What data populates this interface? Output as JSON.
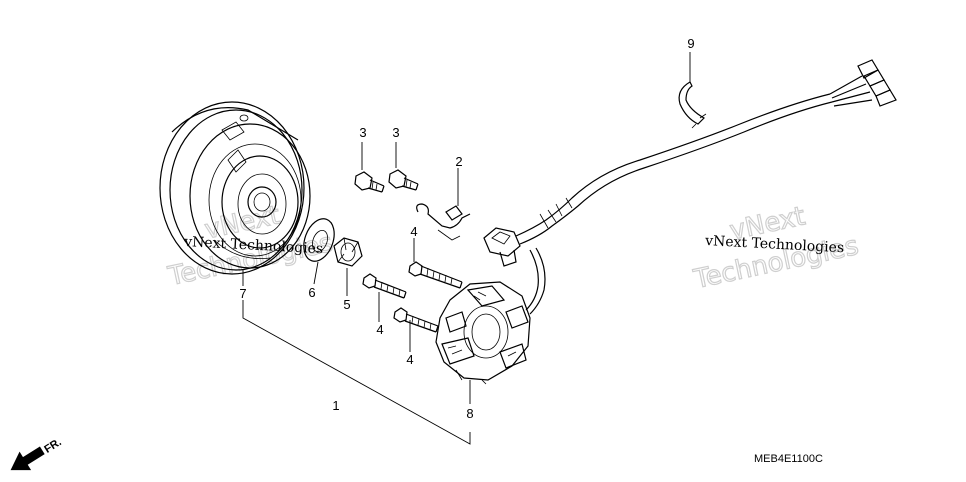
{
  "diagram": {
    "code": "MEB4E1100C",
    "front_marker": "FR.",
    "callouts": [
      {
        "id": "1",
        "text": "1"
      },
      {
        "id": "2",
        "text": "2"
      },
      {
        "id": "3a",
        "text": "3"
      },
      {
        "id": "3b",
        "text": "3"
      },
      {
        "id": "4a",
        "text": "4"
      },
      {
        "id": "4b",
        "text": "4"
      },
      {
        "id": "4c",
        "text": "4"
      },
      {
        "id": "5",
        "text": "5"
      },
      {
        "id": "6",
        "text": "6"
      },
      {
        "id": "7",
        "text": "7"
      },
      {
        "id": "8",
        "text": "8"
      },
      {
        "id": "9",
        "text": "9"
      }
    ]
  },
  "watermark": {
    "small_text": "vNext Technologies",
    "large_line1": "vNext",
    "large_line2": "Technologies"
  }
}
